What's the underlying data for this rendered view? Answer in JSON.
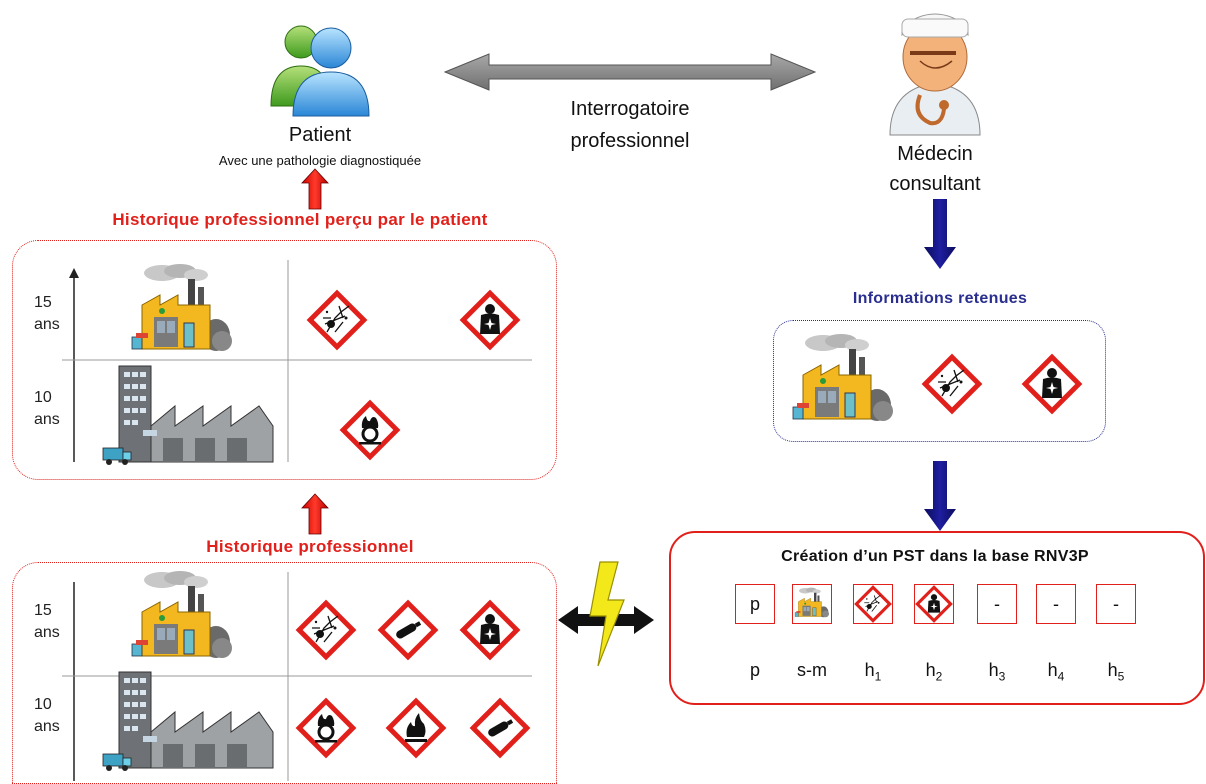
{
  "patient": {
    "title": "Patient",
    "subtitle": "Avec une pathologie diagnostiquée"
  },
  "exchange_label": [
    "Interrogatoire",
    "professionnel"
  ],
  "doctor": {
    "line1": "Médecin",
    "line2": "consultant"
  },
  "perceived_history": {
    "title": "Historique professionnel perçu par le patient"
  },
  "history": {
    "title": "Historique professionnel"
  },
  "retained": {
    "title": "Informations retenues"
  },
  "years": {
    "y15": [
      "15",
      "ans"
    ],
    "y10": [
      "10",
      "ans"
    ]
  },
  "pst": {
    "title": "Création d’un PST dans la base RNV3P",
    "slots": [
      "p",
      "",
      "",
      "",
      "-",
      "-",
      "-"
    ],
    "labels": [
      {
        "base": "p",
        "sub": ""
      },
      {
        "base": "s-m",
        "sub": ""
      },
      {
        "base": "h",
        "sub": "1"
      },
      {
        "base": "h",
        "sub": "2"
      },
      {
        "base": "h",
        "sub": "3"
      },
      {
        "base": "h",
        "sub": "4"
      },
      {
        "base": "h",
        "sub": "5"
      }
    ]
  },
  "icons": {
    "people": "patient-group-icon",
    "doctor": "doctor-icon",
    "factory_small": "factory-icon",
    "factory_big": "industrial-plant-icon",
    "explosive": "explosive-hazard-icon",
    "health": "health-hazard-icon",
    "oxidizer": "oxidizer-hazard-icon",
    "flammable": "flammable-hazard-icon",
    "gas": "gas-cylinder-hazard-icon",
    "lightning": "lightning-icon"
  },
  "colors": {
    "red": "#e1201b",
    "blue": "#2a2f8f",
    "navy_arrow": "#12127a",
    "grey_arrow": "#8a8a8a"
  }
}
